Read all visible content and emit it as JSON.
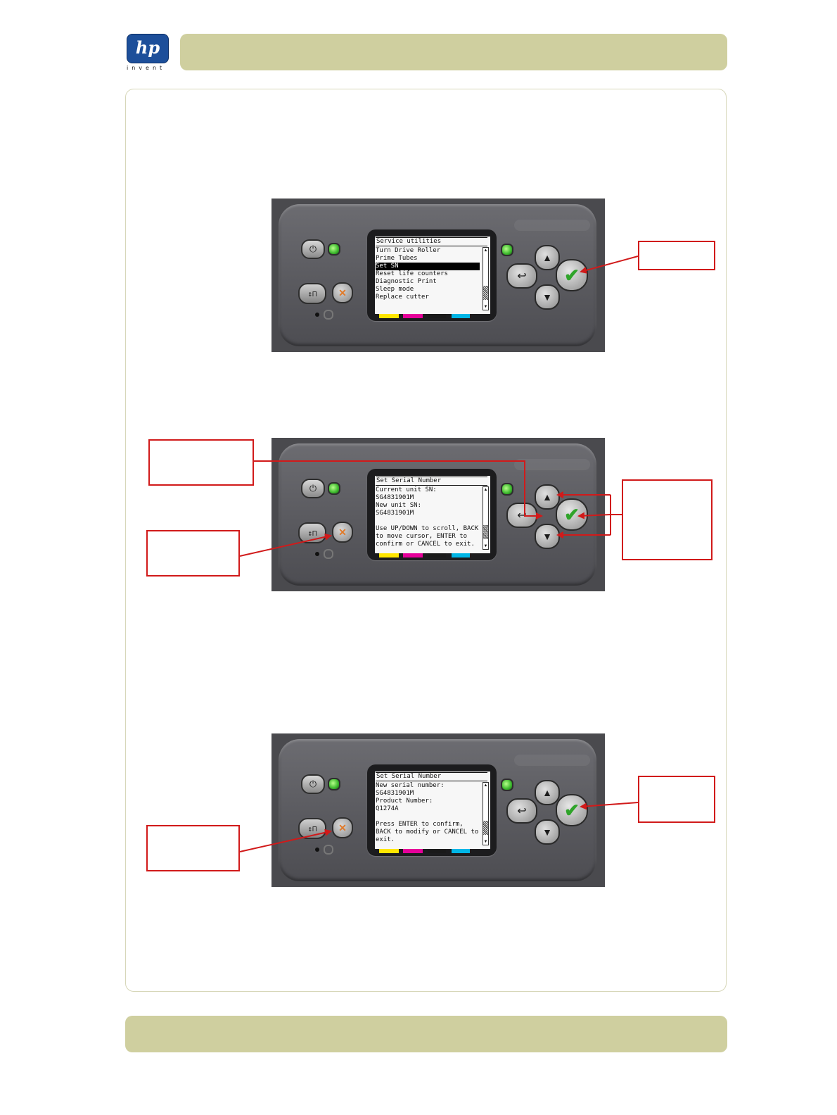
{
  "brand": {
    "logo_text": "hp",
    "tagline": "invent"
  },
  "colors": {
    "band": "#cfcf9f",
    "callout_red": "#d11a1a",
    "led_green": "#3cb82d",
    "ok_green": "#2fa42a",
    "cancel_orange": "#e07a2a"
  },
  "color_bar": [
    "#ffe600",
    "#e6009a",
    "#1a1a1a",
    "#00b6e6"
  ],
  "panels": [
    {
      "title": "Service utilities",
      "lines": [
        "Turn Drive Roller",
        "Prime Tubes",
        "Set SN",
        "Reset life counters",
        "Diagnostic Print",
        "Sleep mode",
        "Replace cutter"
      ],
      "selected_index": 2,
      "scroll_thumb": "bottom"
    },
    {
      "title": "Set Serial Number",
      "lines": [
        "Current unit SN:",
        "    SG4831901M",
        "New unit SN:",
        "    SG4831901M",
        "",
        "Use UP/DOWN to scroll, BACK",
        "to move cursor, ENTER to",
        "confirm or CANCEL to exit."
      ],
      "selected_index": -1,
      "scroll_thumb": "bottom"
    },
    {
      "title": "Set Serial Number",
      "lines": [
        "New serial number:",
        "    SG4831901M",
        "Product Number:",
        "    Q1274A",
        "",
        "Press ENTER to confirm,",
        "BACK to modify or CANCEL to",
        "exit."
      ],
      "selected_index": -1,
      "scroll_thumb": "bottom"
    }
  ],
  "icons": {
    "power": "⏻",
    "form_feed": "↕⊓",
    "cancel": "✕",
    "up": "▲",
    "down": "▼",
    "back": "↩",
    "ok": "✔"
  }
}
